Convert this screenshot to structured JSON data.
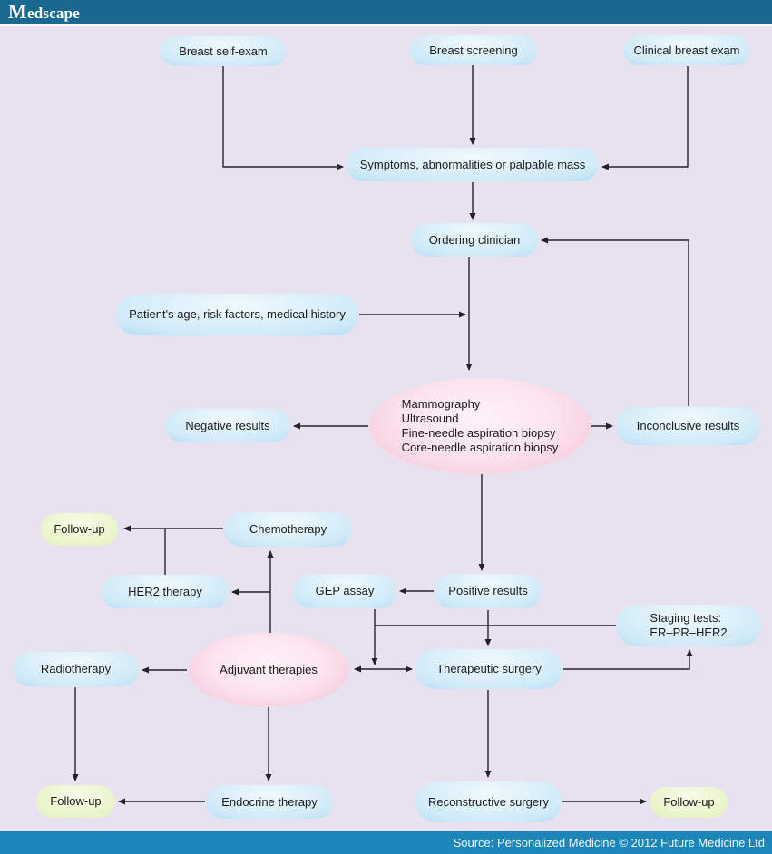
{
  "header": {
    "brand": "Medscape"
  },
  "footer": {
    "source": "Source: Personalized Medicine © 2012 Future Medicine Ltd"
  },
  "colors": {
    "background": "#e8e1ef",
    "header_bar": "#17698f",
    "footer_bar": "#1d86b8",
    "node_blue": "#7cbce7",
    "node_pink": "#f2c0d7",
    "node_green": "#b6dc72",
    "arrow": "#22222a"
  },
  "nodes": {
    "breast_self_exam": "Breast self-exam",
    "breast_screening": "Breast screening",
    "clinical_breast_exam": "Clinical breast exam",
    "symptoms": "Symptoms, abnormalities or palpable mass",
    "ordering_clinician": "Ordering clinician",
    "patient_history": "Patient's age, risk factors, medical history",
    "diagnostics": [
      "Mammography",
      "Ultrasound",
      "Fine-needle aspiration biopsy",
      "Core-needle aspiration biopsy"
    ],
    "negative_results": "Negative results",
    "inconclusive_results": "Inconclusive results",
    "follow_up_top": "Follow-up",
    "chemotherapy": "Chemotherapy",
    "her2_therapy": "HER2 therapy",
    "gep_assay": "GEP assay",
    "positive_results": "Positive results",
    "staging_tests_line1": "Staging tests:",
    "staging_tests_line2": "ER–PR–HER2",
    "radiotherapy": "Radiotherapy",
    "adjuvant_therapies": "Adjuvant therapies",
    "therapeutic_surgery": "Therapeutic surgery",
    "endocrine_therapy": "Endocrine therapy",
    "follow_up_bottom_left": "Follow-up",
    "reconstructive_surgery": "Reconstructive surgery",
    "follow_up_bottom_right": "Follow-up"
  }
}
